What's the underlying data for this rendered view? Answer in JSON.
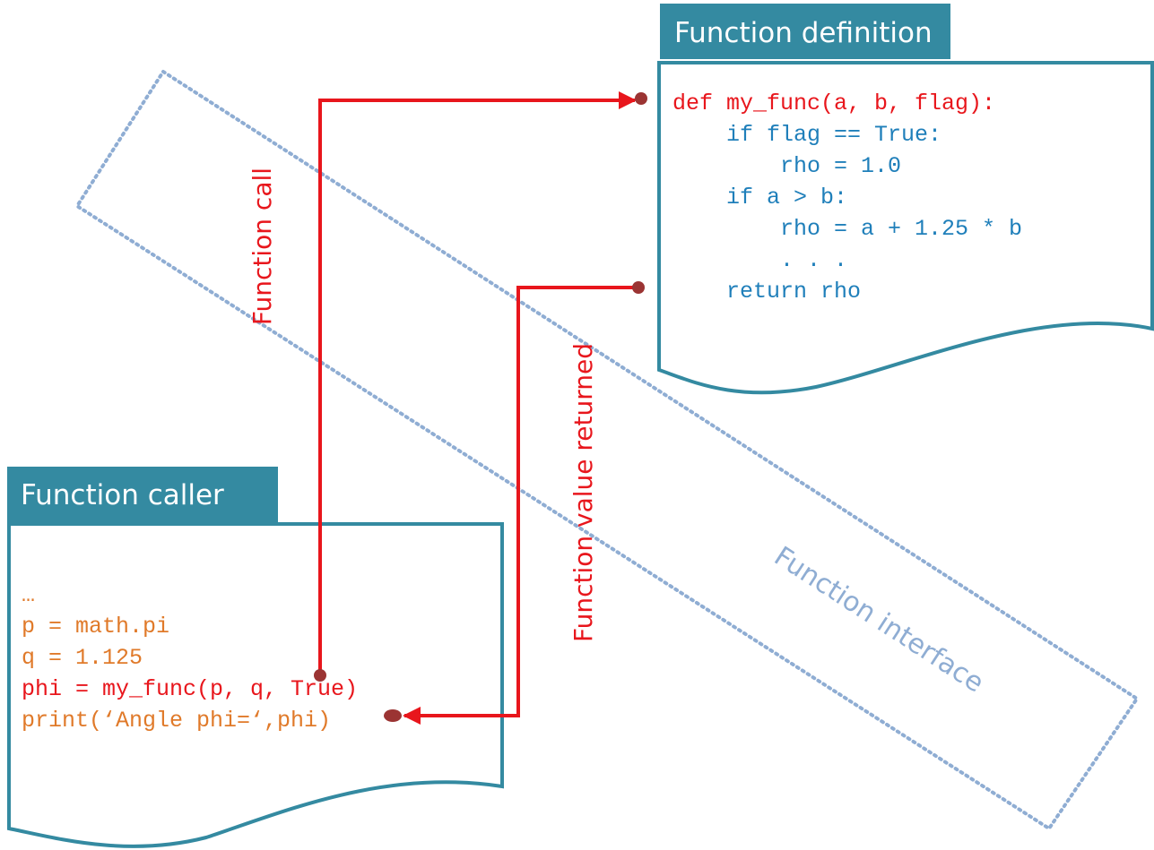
{
  "definition": {
    "title": "Function definition",
    "lines": [
      {
        "text": "def my_func(a, b, flag):",
        "color": "#e8161c"
      },
      {
        "text": "    if flag == True:",
        "color": "#1f7fba"
      },
      {
        "text": "        rho = 1.0",
        "color": "#1f7fba"
      },
      {
        "text": "    if a > b:",
        "color": "#1f7fba"
      },
      {
        "text": "        rho = a + 1.25 * b",
        "color": "#1f7fba"
      },
      {
        "text": "        . . .",
        "color": "#1f7fba"
      },
      {
        "text": "    return rho",
        "color": "#1f7fba"
      }
    ]
  },
  "caller": {
    "title": "Function caller",
    "lines": [
      {
        "text": "…",
        "color": "#e07a2a"
      },
      {
        "text": "p = math.pi",
        "color": "#e07a2a"
      },
      {
        "text": "q = 1.125",
        "color": "#e07a2a"
      },
      {
        "text": "phi = my_func(p, q, True)",
        "color": "#e8161c"
      },
      {
        "text": "print(‘Angle phi=‘,phi)",
        "color": "#e07a2a"
      }
    ]
  },
  "labels": {
    "call": "Function call",
    "returned": "Function value returned",
    "interface": "Function interface"
  },
  "colors": {
    "header_fill": "#348aa1",
    "border": "#348aa1",
    "arrow": "#e8161c",
    "dot": "#9b3433",
    "interface": "#8fadd3"
  }
}
